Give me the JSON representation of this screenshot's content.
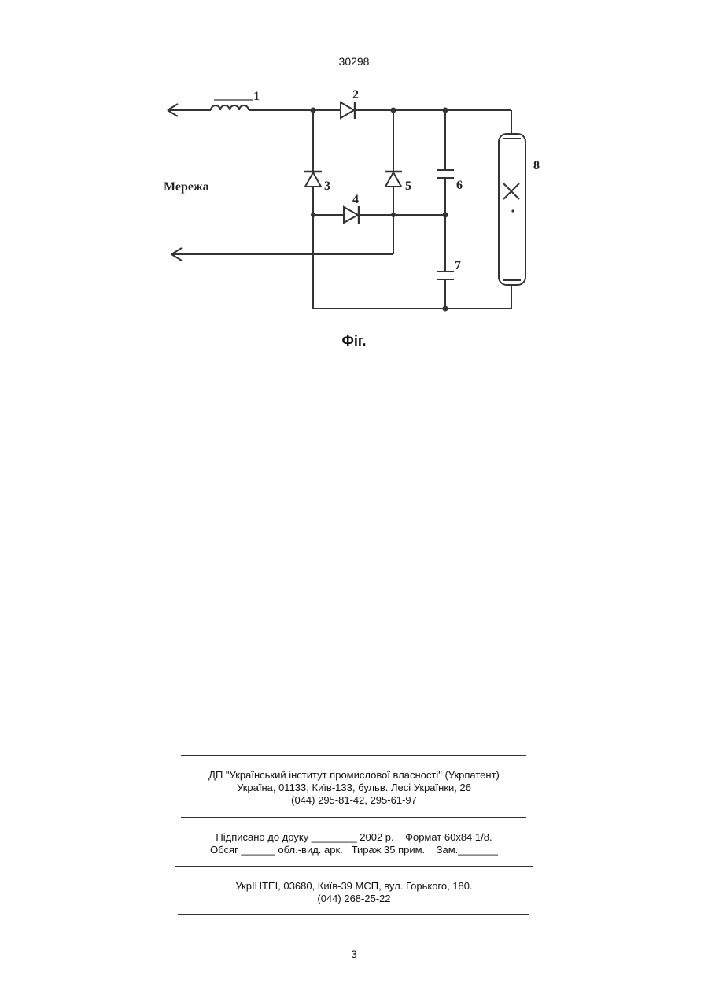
{
  "header": {
    "patent_number": "30298"
  },
  "figure": {
    "caption": "Фіг.",
    "net_label": "Мережа",
    "component_labels": [
      "1",
      "2",
      "3",
      "4",
      "5",
      "6",
      "7",
      "8"
    ]
  },
  "imprint": {
    "publisher_lines": [
      "ДП \"Український інститут промислової власності\" (Укрпатент)",
      "Україна, 01133, Київ-133, бульв. Лесі Українки, 26",
      "(044) 295-81-42, 295-61-97"
    ],
    "print_lines": [
      "Підписано до друку ________ 2002 р.    Формат 60х84 1/8.",
      "Обсяг ______ обл.-вид. арк.   Тираж 35 прим.    Зам._______"
    ],
    "printer_lines": [
      "УкрІНТЕІ, 03680, Київ-39 МСП, вул. Горького, 180.",
      "(044) 268-25-22"
    ]
  },
  "footer": {
    "page_number": "3"
  }
}
